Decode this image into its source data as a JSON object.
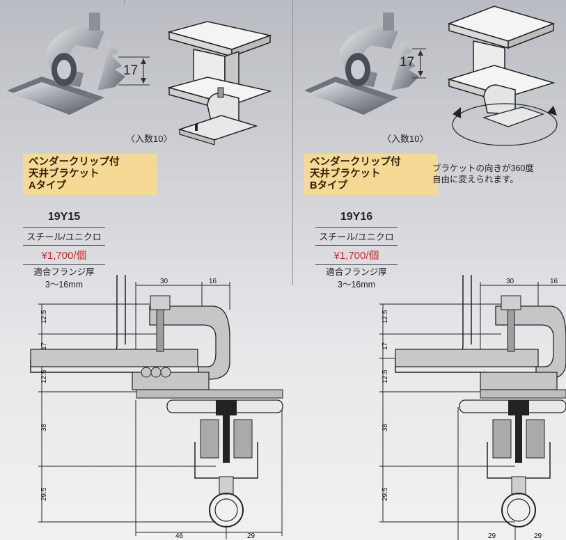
{
  "left": {
    "photo_dimension": "17",
    "quantity": "〈入数10〉",
    "name_lines": [
      "ベンダークリップ付",
      "天井ブラケット",
      "Aタイプ"
    ],
    "code": "19Y15",
    "material": "スチール/ユニクロ",
    "price": "¥1,700/個",
    "fit_lines": [
      "適合フランジ厚",
      "3〜16mm"
    ],
    "drawing_dims": {
      "top_left": "30",
      "top_right": "16",
      "v1": "12.5",
      "v2": "17",
      "v3": "12.5",
      "v4": "38",
      "v5": "29.5",
      "bottom_left": "46",
      "bottom_right": "29"
    }
  },
  "right": {
    "photo_dimension": "17",
    "quantity": "〈入数10〉",
    "name_lines": [
      "ベンダークリップ付",
      "天井ブラケット",
      "Bタイプ"
    ],
    "code": "19Y16",
    "material": "スチール/ユニクロ",
    "price": "¥1,700/個",
    "fit_lines": [
      "適合フランジ厚",
      "3〜16mm"
    ],
    "rotation_note_lines": [
      "ブラケットの向きが360度",
      "自由に変えられます。"
    ],
    "drawing_dims": {
      "top_left": "30",
      "top_right": "16",
      "v1": "12.5",
      "v2": "17",
      "v3": "12.5",
      "v4": "38",
      "v5": "29.5",
      "bottom_left": "29",
      "bottom_right": "29"
    }
  }
}
